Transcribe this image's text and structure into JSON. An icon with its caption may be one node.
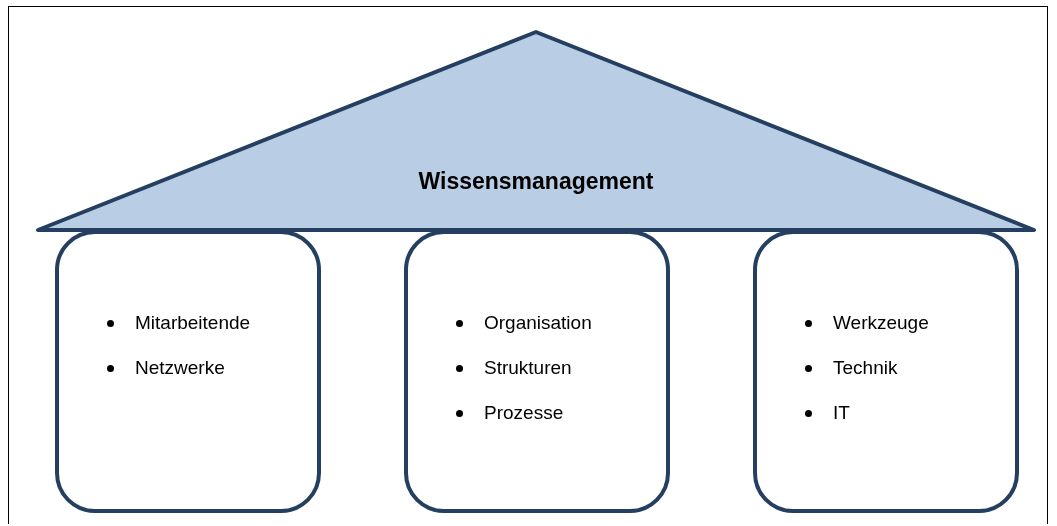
{
  "diagram": {
    "nodes": [
      {
        "text": [
          "Wissensmanagement"
        ]
      },
      {
        "text": [
          "Mitarbeitende",
          "Netzwerke"
        ]
      },
      {
        "text": [
          "Organisation",
          "Strukturen",
          "Prozesse"
        ]
      },
      {
        "text": [
          "Werkzeuge",
          "Technik",
          "IT"
        ]
      }
    ],
    "edges": []
  }
}
